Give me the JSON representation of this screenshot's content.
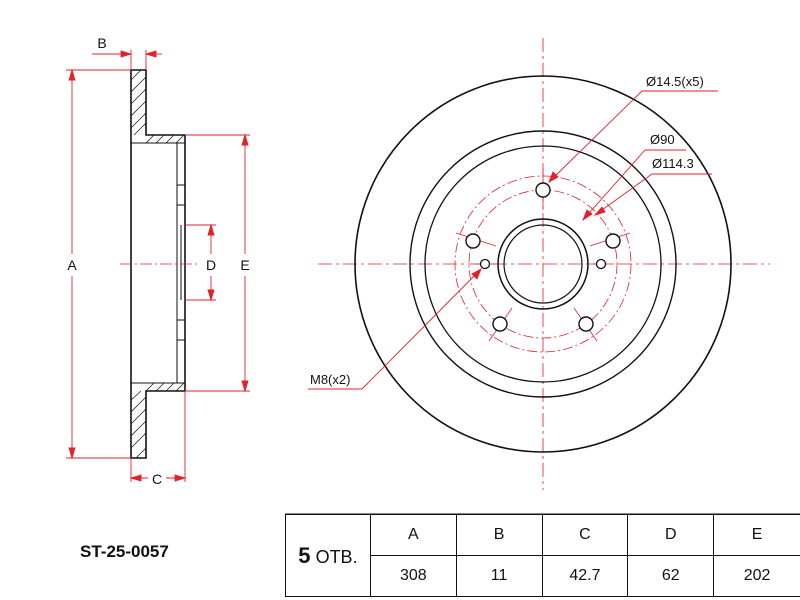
{
  "part_number": "ST-25-0057",
  "holes": {
    "count": "5",
    "suffix": "ОТВ."
  },
  "table": {
    "headers": [
      "A",
      "B",
      "C",
      "D",
      "E"
    ],
    "values": [
      "308",
      "11",
      "42.7",
      "62",
      "202"
    ]
  },
  "side_view": {
    "labels": {
      "a": "A",
      "b": "B",
      "c": "C",
      "d": "D",
      "e": "E"
    }
  },
  "front_view": {
    "callouts": {
      "bolt_holes": "Ø14.5(x5)",
      "center_bore": "Ø90",
      "pcd": "Ø114.3",
      "threads": "M8(x2)"
    }
  },
  "colors": {
    "outline": "#111111",
    "dimension": "#e0222c",
    "background": "#ffffff"
  }
}
